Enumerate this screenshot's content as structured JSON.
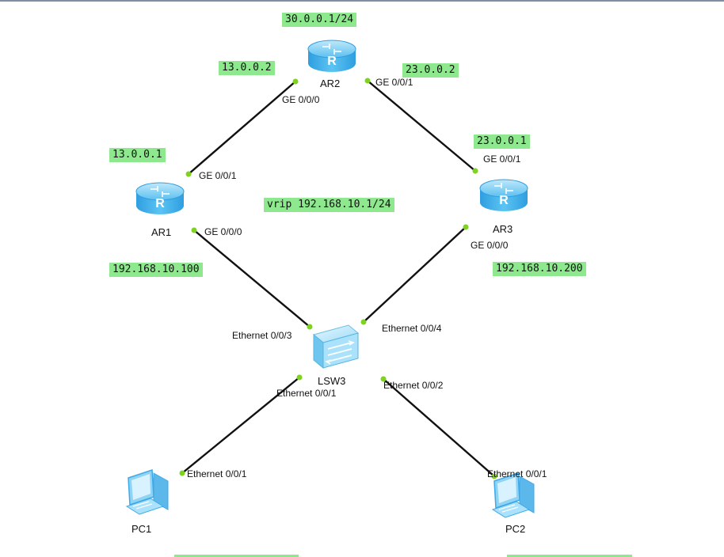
{
  "devices": {
    "ar1": {
      "name": "AR1",
      "icon": "router-icon"
    },
    "ar2": {
      "name": "AR2",
      "icon": "router-icon"
    },
    "ar3": {
      "name": "AR3",
      "icon": "router-icon"
    },
    "lsw3": {
      "name": "LSW3",
      "icon": "switch-icon"
    },
    "pc1": {
      "name": "PC1",
      "icon": "pc-icon"
    },
    "pc2": {
      "name": "PC2",
      "icon": "pc-icon"
    }
  },
  "ports": {
    "ar2_g000": "GE 0/0/0",
    "ar2_g001": "GE 0/0/1",
    "ar1_g001": "GE 0/0/1",
    "ar1_g000": "GE 0/0/0",
    "ar3_g001": "GE 0/0/1",
    "ar3_g000": "GE 0/0/0",
    "lsw_e3": "Ethernet 0/0/3",
    "lsw_e4": "Ethernet 0/0/4",
    "lsw_e1": "Ethernet 0/0/1",
    "lsw_e2": "Ethernet 0/0/2",
    "pc1_e1": "Ethernet 0/0/1",
    "pc2_e1": "Ethernet 0/0/1"
  },
  "ip_labels": {
    "ar2_loopback": "30.0.0.1/24",
    "ar2_g000": "13.0.0.2",
    "ar2_g001": "23.0.0.2",
    "ar1_g001": "13.0.0.1",
    "ar3_g001": "23.0.0.1",
    "vrip": "vrip 192.168.10.1/24",
    "ar1_g000": "192.168.10.100",
    "ar3_g000": "192.168.10.200"
  },
  "colors": {
    "label_bg": "#8ee88e",
    "link": "#111111",
    "port_dot": "#7ed321",
    "router_blue": "#3fa9e8",
    "switch_blue": "#8fd3f5"
  }
}
